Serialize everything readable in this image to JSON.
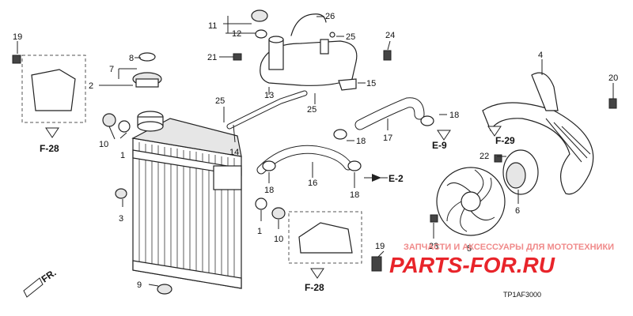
{
  "labels": {
    "p1a": "1",
    "p1b": "1",
    "p2": "2",
    "p3": "3",
    "p4": "4",
    "p5": "5",
    "p6": "6",
    "p7": "7",
    "p8": "8",
    "p9": "9",
    "p10a": "10",
    "p10b": "10",
    "p11": "11",
    "p12": "12",
    "p13": "13",
    "p14": "14",
    "p15": "15",
    "p16": "16",
    "p17": "17",
    "p18a": "18",
    "p18b": "18",
    "p18c": "18",
    "p18d": "18",
    "p19a": "19",
    "p19b": "19",
    "p20": "20",
    "p21": "21",
    "p22": "22",
    "p23": "23",
    "p24": "24",
    "p25a": "25",
    "p25b": "25",
    "p25c": "25",
    "p26": "26"
  },
  "refs": {
    "f28a": "F-28",
    "f28b": "F-28",
    "f29": "F-29",
    "e9": "E-9",
    "e2": "E-2",
    "fr": "FR."
  },
  "watermark": {
    "line1": "ЗАПЧАСТИ И АКСЕССУАРЫ ДЛЯ МОТОТЕХНИКИ",
    "line2": "PARTS-FOR.RU",
    "color1": "#f08a8a",
    "color2": "#e8242a"
  },
  "code": "TP1AF3000"
}
